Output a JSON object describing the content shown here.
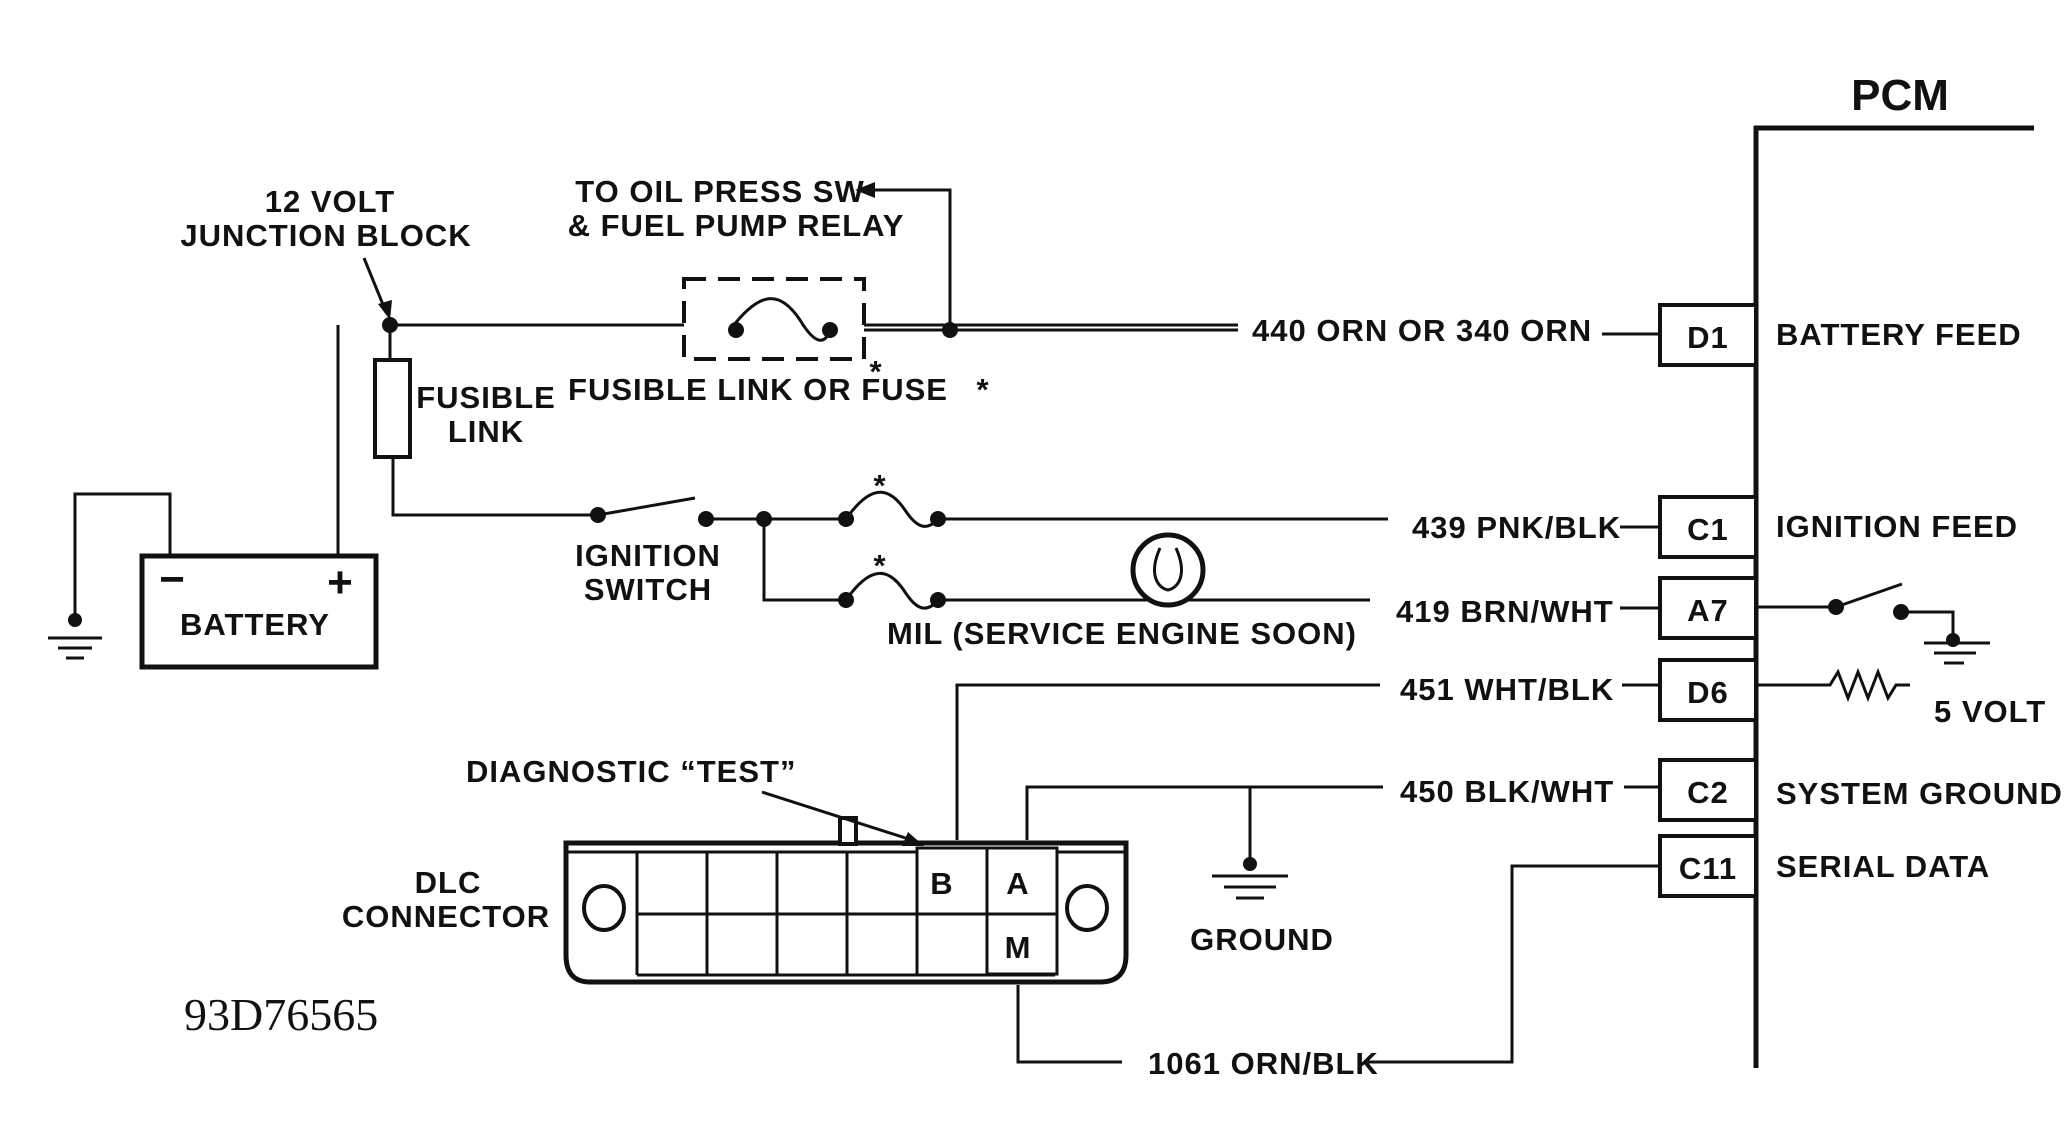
{
  "pcm": {
    "title": "PCM",
    "pins": [
      {
        "id": "D1",
        "wire": "440 ORN OR 340 ORN",
        "function": "BATTERY FEED"
      },
      {
        "id": "C1",
        "wire": "439 PNK/BLK",
        "function": "IGNITION FEED"
      },
      {
        "id": "A7",
        "wire": "419 BRN/WHT",
        "function": ""
      },
      {
        "id": "D6",
        "wire": "451 WHT/BLK",
        "function": ""
      },
      {
        "id": "C2",
        "wire": "450 BLK/WHT",
        "function": "SYSTEM GROUND"
      },
      {
        "id": "C11",
        "wire": "",
        "function": "SERIAL DATA"
      }
    ],
    "five_volt": "5  VOLT"
  },
  "labels": {
    "junction_block_1": "12 VOLT",
    "junction_block_2": "JUNCTION BLOCK",
    "oil_press_1": "TO OIL PRESS SW",
    "oil_press_2": "& FUEL PUMP RELAY",
    "fusible_link_1": "FUSIBLE",
    "fusible_link_2": "LINK",
    "fusible_link_or_fuse": "FUSIBLE LINK OR FUSE",
    "asterisk": "*",
    "battery": "BATTERY",
    "battery_neg": "−",
    "battery_pos": "+",
    "ignition_switch_1": "IGNITION",
    "ignition_switch_2": "SWITCH",
    "mil": "MIL (SERVICE ENGINE SOON)",
    "diagnostic_test": "DIAGNOSTIC “TEST”",
    "dlc_1": "DLC",
    "dlc_2": "CONNECTOR",
    "ground": "GROUND",
    "dlc_wire": "1061 ORN/BLK",
    "dlc_pin_b": "B",
    "dlc_pin_a": "A",
    "dlc_pin_m": "M",
    "figure_id": "93D76565"
  }
}
